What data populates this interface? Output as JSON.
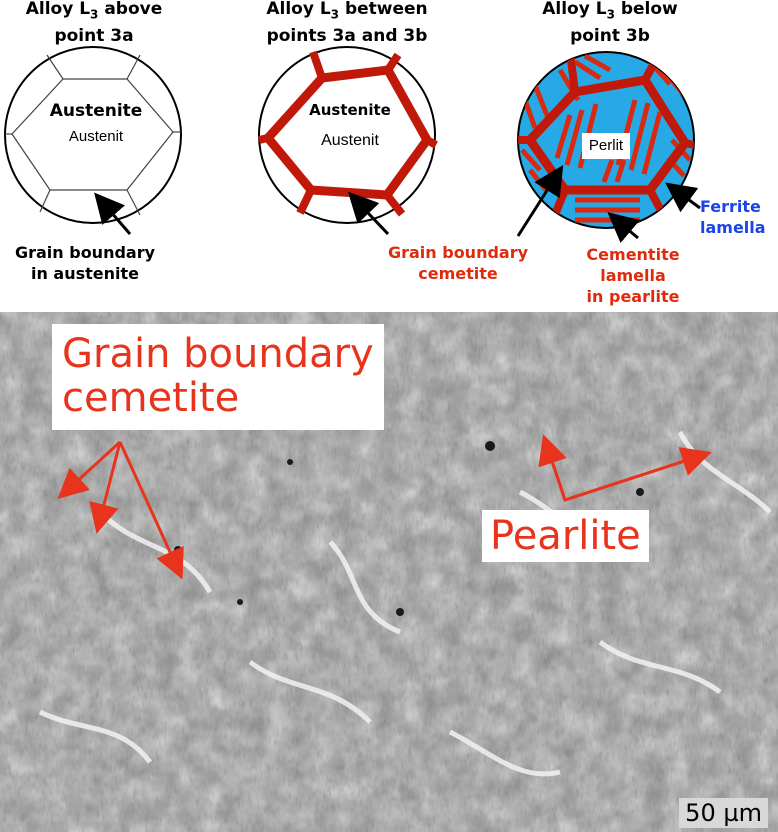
{
  "panels": [
    {
      "title_pre": "Alloy L",
      "title_sub": "3",
      "title_post": " above",
      "title_line2": "point 3a",
      "label_en": "Austenite",
      "label_de": "Austenit",
      "caption_line1": "Grain boundary",
      "caption_line2": "in austenite"
    },
    {
      "title_pre": "Alloy L",
      "title_sub": "3",
      "title_post": " between",
      "title_line2": "points 3a and 3b",
      "label_en": "Austenite",
      "label_de": "Austenit",
      "caption_line1": "Grain boundary",
      "caption_line2": "cemetite"
    },
    {
      "title_pre": "Alloy L",
      "title_sub": "3",
      "title_post": " below",
      "title_line2": "point 3b",
      "label_de": "Perlit",
      "cementite_line1": "Cementite",
      "cementite_line2": "lamella",
      "cementite_line3": "in pearlite",
      "ferrite_line1": "Ferrite",
      "ferrite_line2": "lamella"
    }
  ],
  "micrograph": {
    "callout_grain_line1": "Grain boundary",
    "callout_grain_line2": "cemetite",
    "callout_pearlite": "Pearlite",
    "scale_bar": "50 µm"
  },
  "colors": {
    "cementite_red": "#c0190a",
    "label_red": "#e02a0c",
    "ferrite_blue": "#27a9e6",
    "ferrite_label_blue": "#1a44e6"
  }
}
